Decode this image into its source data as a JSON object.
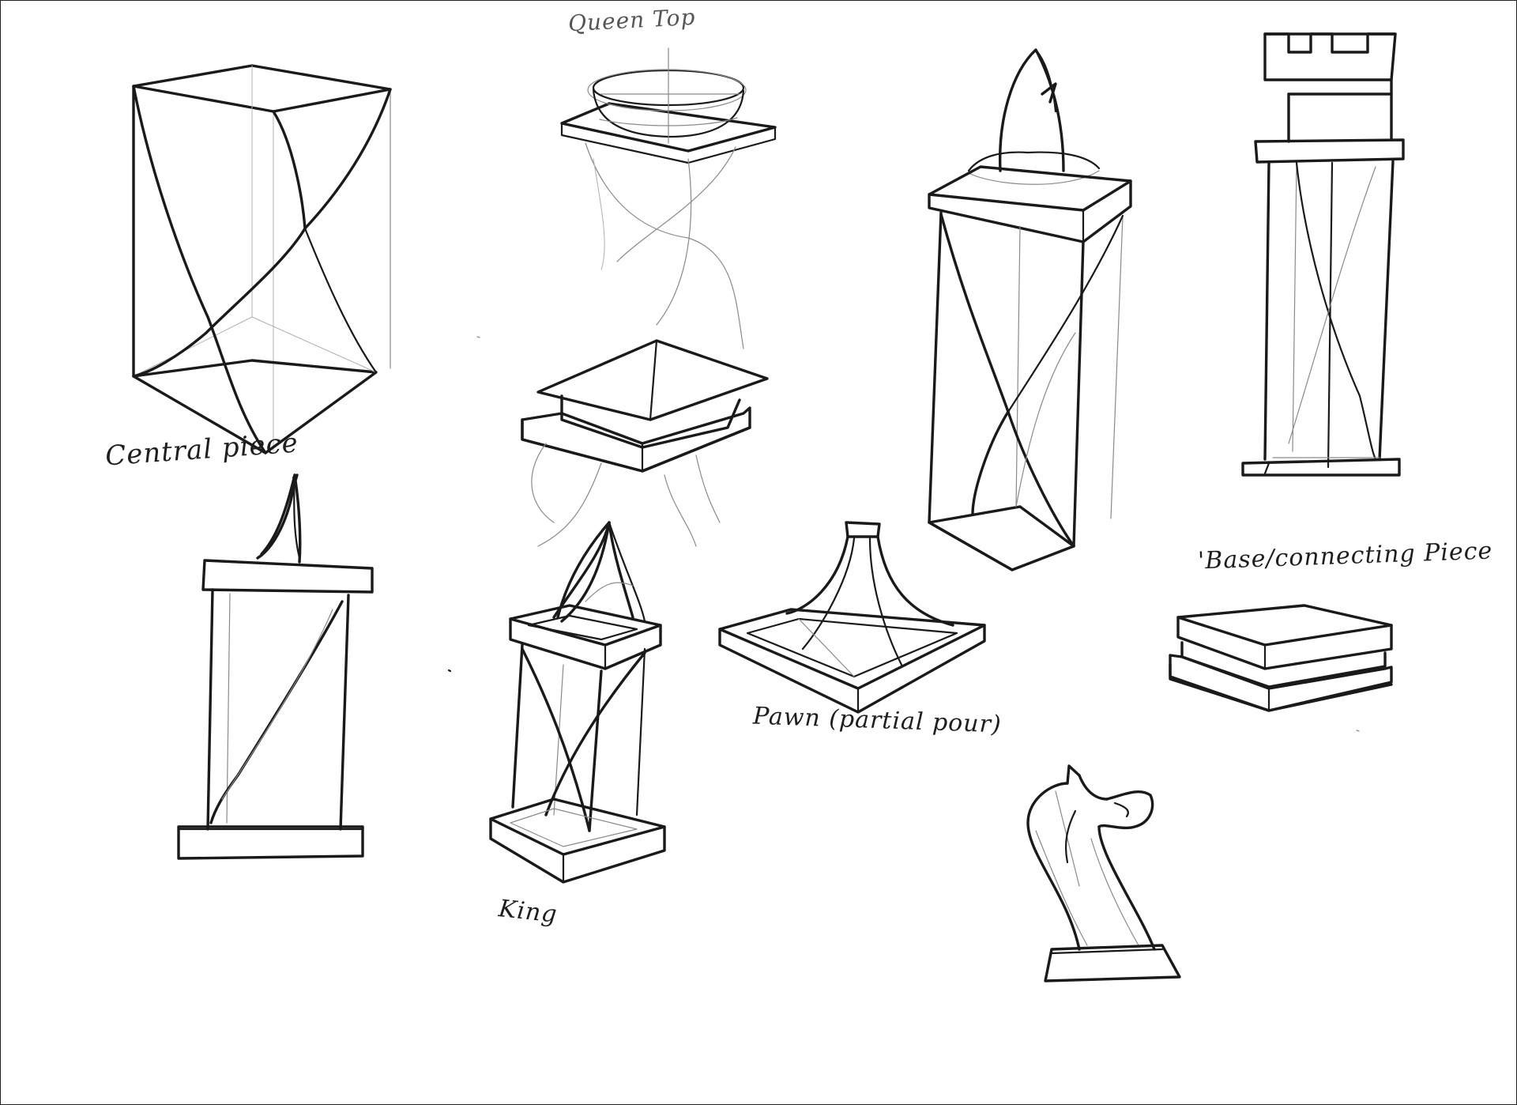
{
  "labels": {
    "central_piece": "Central piece",
    "queen_top": "Queen Top",
    "base_connecting_piece": "'Base/connecting Piece",
    "pawn": "Pawn (partial pour)",
    "king": "King"
  },
  "colors": {
    "ink": "#1a1a1a",
    "pencil": "#8a8a8a",
    "paper": "#ffffff"
  }
}
